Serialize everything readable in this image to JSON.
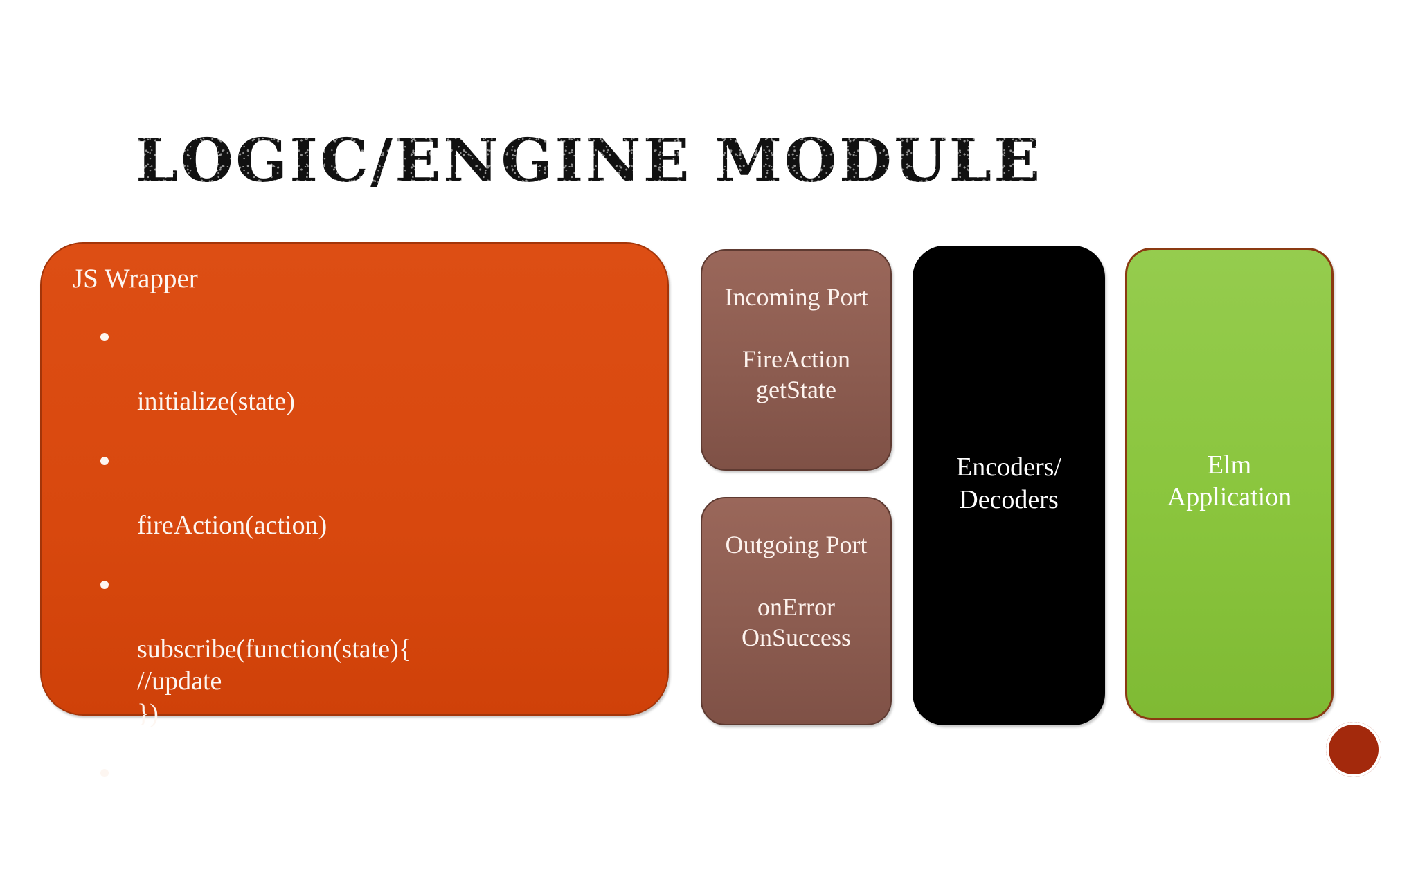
{
  "slide": {
    "title": "Logic/Engine Module",
    "background_color": "#ffffff"
  },
  "colors": {
    "orange": "#D8480E",
    "brown": "#8D5D51",
    "black": "#000000",
    "green": "#8CC63F",
    "green_border": "#8B3A12",
    "accent_dot": "#A3290C",
    "text_light": "#FDF6F1"
  },
  "js_wrapper": {
    "heading": "JS Wrapper",
    "items": [
      {
        "text": "initialize(state)"
      },
      {
        "text": "fireAction(action)"
      },
      {
        "text": "subscribe(function(state){\n  //update\n})"
      },
      {
        "text": ""
      }
    ]
  },
  "incoming_port": {
    "title": "Incoming\nPort",
    "methods": "FireAction\ngetState"
  },
  "outgoing_port": {
    "title": "Outgoing\nPort",
    "methods": "onError\nOnSuccess"
  },
  "encoders": {
    "label": "Encoders/\nDecoders"
  },
  "elm": {
    "label": "Elm\nApplication"
  },
  "decoration": {
    "corner_dot_icon": "filled-circle-icon"
  }
}
